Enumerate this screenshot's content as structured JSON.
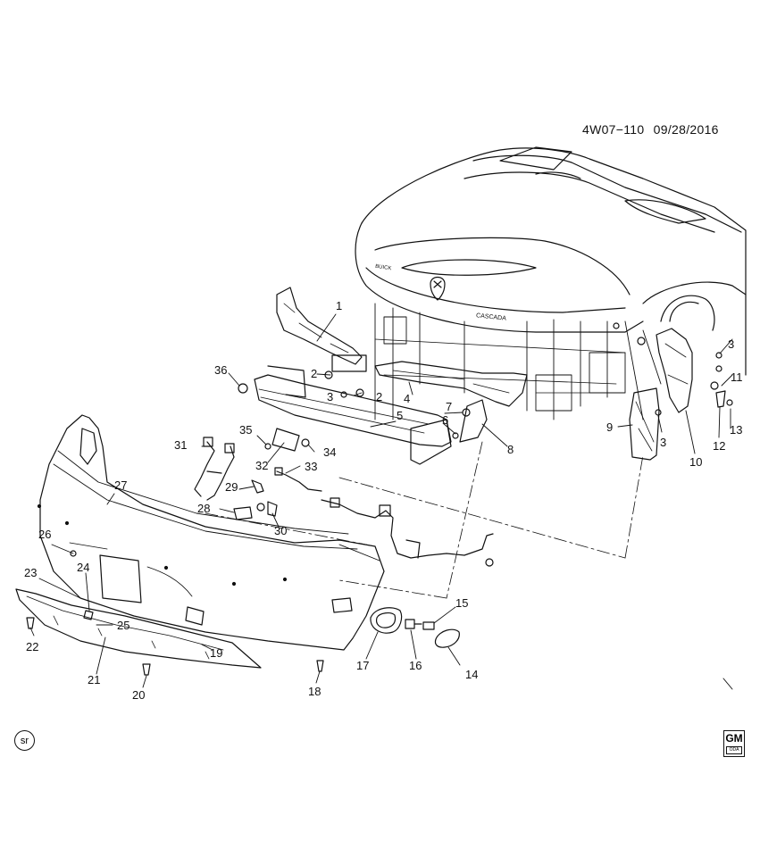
{
  "document": {
    "reference": "4W07−110",
    "date": "09/28/2016",
    "badge": "sr",
    "logo_text": "GM",
    "logo_sub": "ODA"
  },
  "car_badges": {
    "brand": "BUICK",
    "model": "CASCADA"
  },
  "callouts": [
    "1",
    "2",
    "2",
    "3",
    "3",
    "3",
    "4",
    "5",
    "6",
    "7",
    "8",
    "9",
    "10",
    "11",
    "12",
    "13",
    "14",
    "15",
    "16",
    "17",
    "18",
    "19",
    "20",
    "21",
    "22",
    "23",
    "24",
    "25",
    "26",
    "27",
    "28",
    "29",
    "30",
    "31",
    "32",
    "33",
    "34",
    "35",
    "36"
  ]
}
